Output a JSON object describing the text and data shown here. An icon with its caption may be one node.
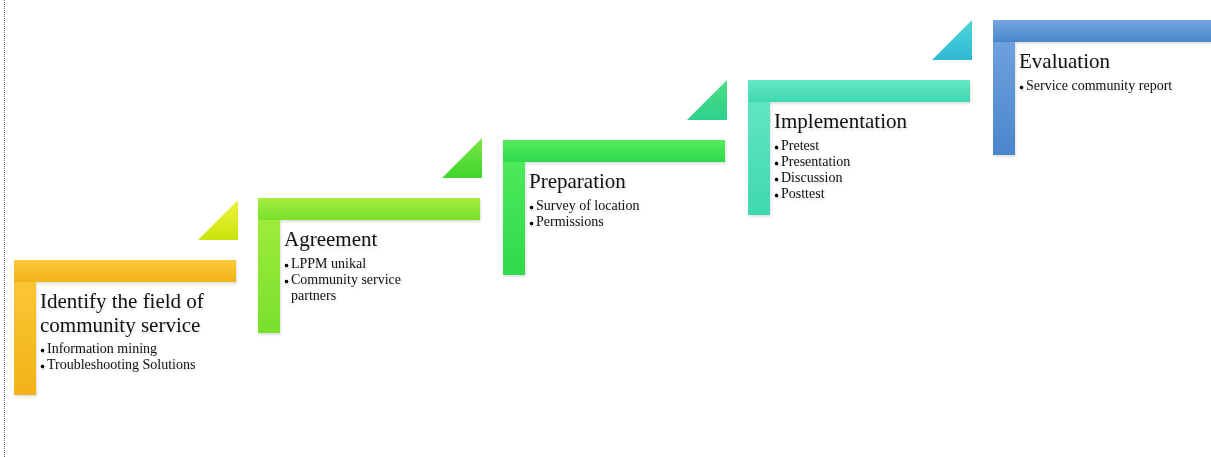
{
  "diagram": {
    "nodes": [
      {
        "text": [
          "Identify the field of community service",
          "Information mining",
          "Troubleshooting Solutions"
        ]
      },
      {
        "text": [
          "Agreement",
          "LPPM unikal",
          "Community service partners"
        ]
      },
      {
        "text": [
          "Preparation",
          "Survey of location",
          "Permissions"
        ]
      },
      {
        "text": [
          "Implementation",
          "Pretest",
          "Presentation",
          "Discussion",
          "Posttest"
        ]
      },
      {
        "text": [
          "Evaluation",
          "Service community report"
        ]
      }
    ]
  }
}
